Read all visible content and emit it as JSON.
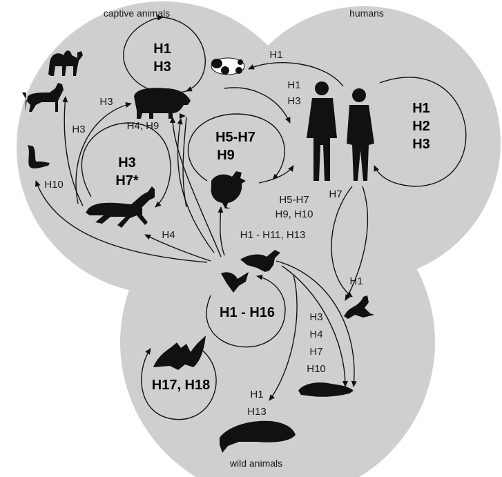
{
  "regions": {
    "captive": "captive animals",
    "humans": "humans",
    "wild": "wild animals"
  },
  "loops": {
    "pig_top": [
      "H1",
      "H3"
    ],
    "human": [
      "H1",
      "H2",
      "H3"
    ],
    "chicken": [
      "H5-H7",
      "H9"
    ],
    "horse": [
      "H3",
      "H7*"
    ],
    "bird": "H1 - H16",
    "bat": "H17, H18"
  },
  "edges": {
    "humans_to_panda": "H1",
    "pig_to_humans": [
      "H1",
      "H3"
    ],
    "horse_to_pig": "H3",
    "horse_to_dog": "H3",
    "pig_to_horse": "H4, H9",
    "to_ferret": "H10",
    "chicken_to_humans": [
      "H5-H7",
      "H9, H10"
    ],
    "birds_to_chicken": "H1 - H11, H13",
    "birds_to_horse": "H4",
    "humans_to_sealion": "H7",
    "to_sealion": "H1",
    "birds_to_seal": [
      "H3",
      "H4",
      "H7",
      "H10"
    ],
    "birds_to_whale": [
      "H1",
      "H13"
    ]
  }
}
